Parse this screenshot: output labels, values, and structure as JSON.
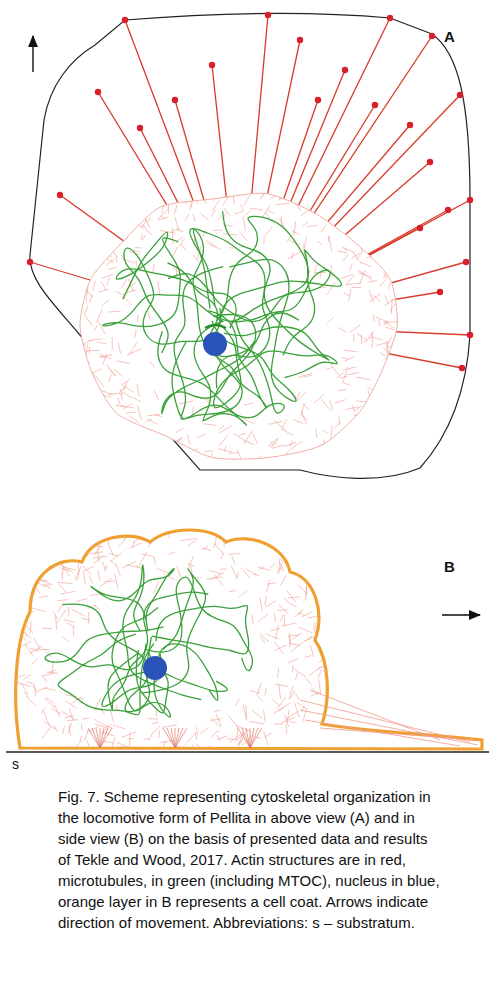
{
  "diagram": {
    "caption": "Fig. 7. Scheme representing cytoskeletal organization in the locomotive form of Pellita in above view (A) and in side view (B) on the basis of presented data and results of Tekle and Wood, 2017. Actin structures are in red, microtubules, in green (including MTOC), nucleus in blue, orange layer in B represents a cell coat. Arrows indicate direction of movement. Abbreviations: s – substratum.",
    "labels": [
      "A",
      "B",
      "s"
    ]
  }
}
